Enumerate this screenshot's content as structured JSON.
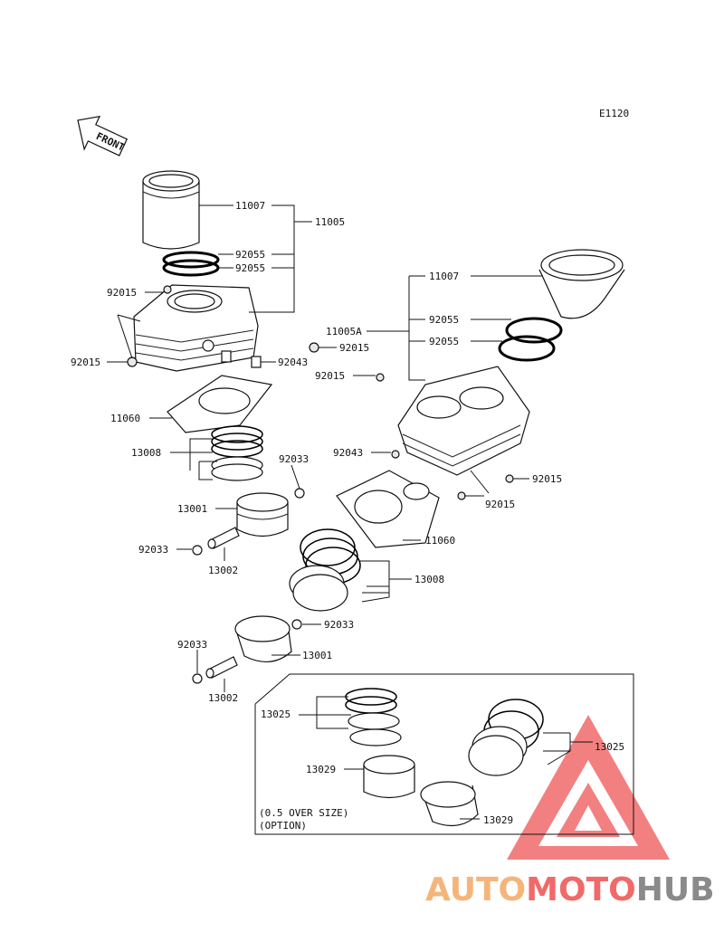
{
  "diagram_code": "E1120",
  "front_label": "FRONT",
  "labels": {
    "l11007a": "11007",
    "l11005": "11005",
    "l92055a": "92055",
    "l92055b": "92055",
    "l92015a": "92015",
    "l92015b": "92015",
    "l92015c": "92015",
    "l92043a": "92043",
    "l11060a": "11060",
    "l13008a": "13008",
    "l92033a": "92033",
    "l13001a": "13001",
    "l92033b": "92033",
    "l13002a": "13002",
    "l11007b": "11007",
    "l11005A": "11005A",
    "l92055c": "92055",
    "l92055d": "92055",
    "l92015d": "92015",
    "l92043b": "92043",
    "l92015e": "92015",
    "l92015f": "92015",
    "l11060b": "11060",
    "l13008b": "13008",
    "l92033c": "92033",
    "l92033d": "92033",
    "l13001b": "13001",
    "l13002b": "13002",
    "l13025a": "13025",
    "l13029a": "13029",
    "l13025b": "13025",
    "l13029b": "13029"
  },
  "option_box": {
    "line1": "(0.5 OVER SIZE)",
    "line2": "(OPTION)"
  },
  "watermark": {
    "part1": "AUTO",
    "part2": "MOTO",
    "part3": "HUB",
    "color_light": "#f5b57a",
    "color_red": "#f06a6a",
    "color_gray": "#8a8a8a"
  }
}
